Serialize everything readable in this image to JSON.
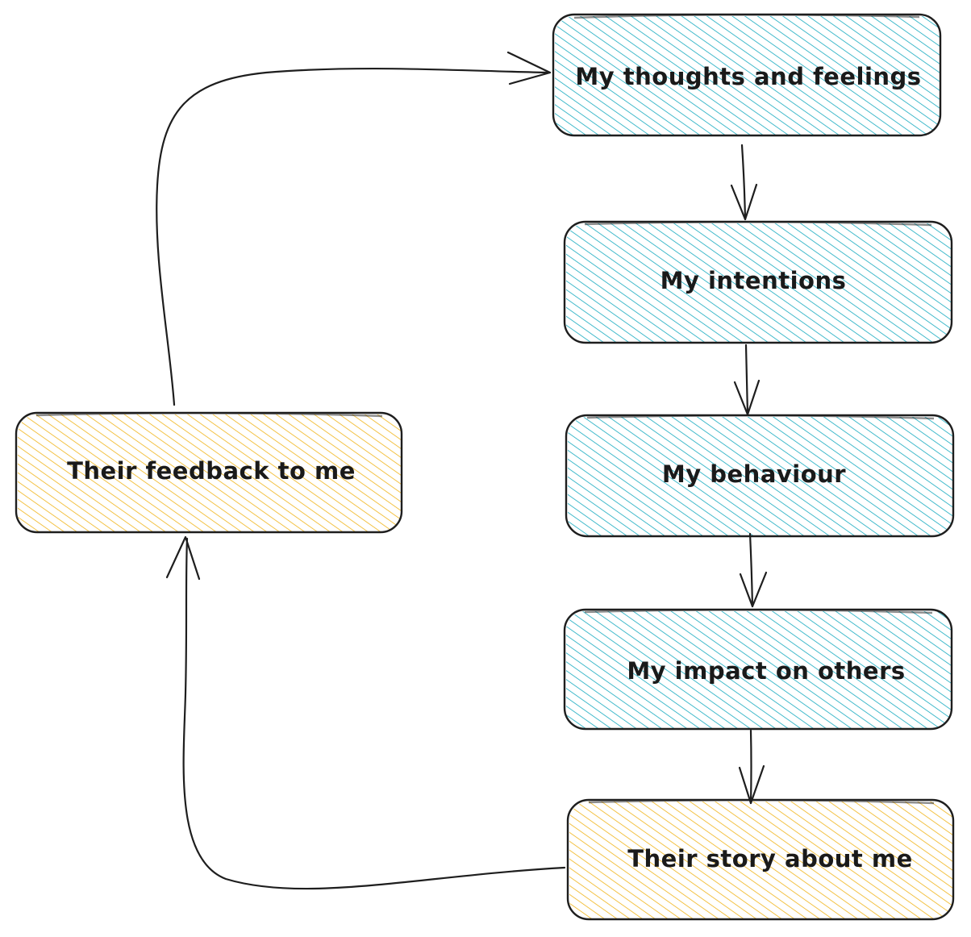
{
  "colors": {
    "blue_hatch": "#15aabf",
    "yellow_hatch": "#f0b419",
    "outline": "#1e1e1e",
    "text": "#1a1a1a",
    "background": "#ffffff"
  },
  "nodes": {
    "thoughts": {
      "label": "My thoughts and feelings",
      "color": "blue"
    },
    "intentions": {
      "label": "My intentions",
      "color": "blue"
    },
    "behaviour": {
      "label": "My behaviour",
      "color": "blue"
    },
    "impact": {
      "label": "My impact on others",
      "color": "blue"
    },
    "story": {
      "label": "Their story about me",
      "color": "yellow"
    },
    "feedback": {
      "label": "Their feedback to me",
      "color": "yellow"
    }
  }
}
